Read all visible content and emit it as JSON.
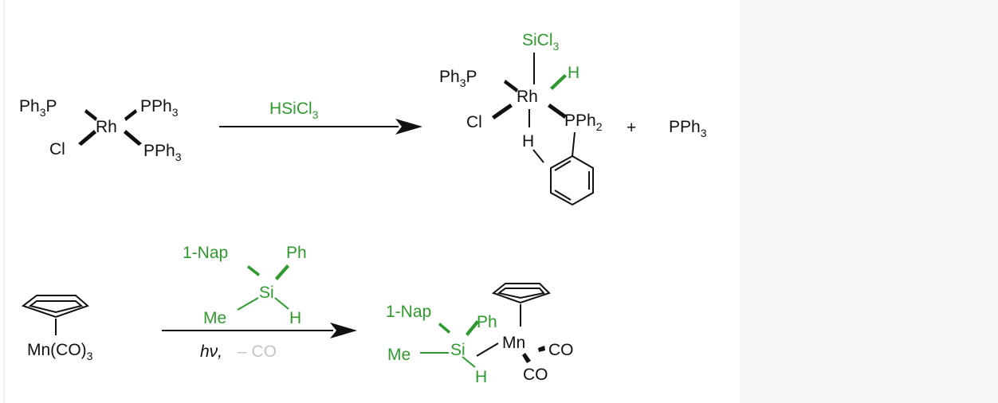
{
  "colors": {
    "silane": "#2e9a2e",
    "lost_fragment": "#c4c4c4",
    "text": "#111111",
    "side_panel": "#f7f7f7"
  },
  "reaction1": {
    "reactant": {
      "metal": "Rh",
      "ligand_upper_left": "Ph",
      "ligand_upper_left_sub": "3",
      "ligand_upper_left_tail": "P",
      "ligand_upper_right": "PPh",
      "ligand_upper_right_sub": "3",
      "ligand_lower_left": "Cl",
      "ligand_lower_right": "PPh",
      "ligand_lower_right_sub": "3"
    },
    "reagent": {
      "text": "HSiCl",
      "sub": "3"
    },
    "product": {
      "metal": "Rh",
      "top_group": "SiCl",
      "top_group_sub": "3",
      "ligand_upper_left": "Ph",
      "ligand_upper_left_sub": "3",
      "ligand_upper_left_tail": "P",
      "hydride_green": "H",
      "ligand_lower_left": "Cl",
      "ligand_right": "PPh",
      "ligand_right_sub": "2",
      "hydride_bottom": "H"
    },
    "plus": "+",
    "byproduct": {
      "text": "PPh",
      "sub": "3"
    }
  },
  "reaction2": {
    "reactant": {
      "fragment": "Mn(CO)",
      "fragment_sub": "3"
    },
    "reagent": {
      "sub1": "1-Nap",
      "sub2": "Ph",
      "atom": "Si",
      "sub3": "Me",
      "sub4": "H"
    },
    "conditions": {
      "light": "hν,",
      "loss": "– CO"
    },
    "product": {
      "sub1": "1-Nap",
      "sub2": "Ph",
      "atom": "Si",
      "sub3": "Me",
      "sub4": "H",
      "metal": "Mn",
      "co1": "CO",
      "co2": "CO"
    }
  }
}
